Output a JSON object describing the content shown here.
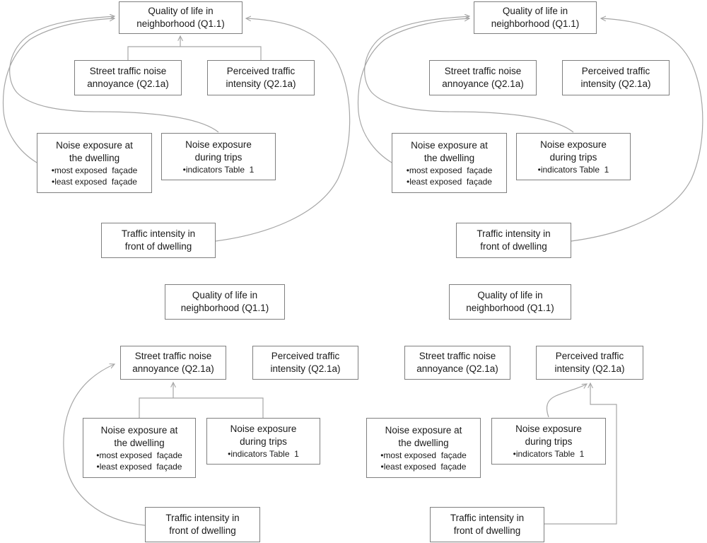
{
  "colors": {
    "background": "#ffffff",
    "box_fill": "#ffffff",
    "box_border": "#7f7f7f",
    "connector": "#a6a6a6",
    "text": "#1a1a1a"
  },
  "labels": {
    "quality": {
      "line1": "Quality of life in",
      "line2": "neighborhood (Q1.1)"
    },
    "street": {
      "line1": "Street traffic noise",
      "line2": "annoyance (Q2.1a)"
    },
    "perceived": {
      "line1": "Perceived traffic",
      "line2": "intensity (Q2.1a)"
    },
    "dwelling": {
      "line1": "Noise exposure at",
      "line2": "the dwelling",
      "bullet1": "•most exposed  façade",
      "bullet2": "•least exposed  façade"
    },
    "trips": {
      "line1": "Noise exposure",
      "line2": "during trips",
      "bullet1": "•indicators Table  1"
    },
    "traffic": {
      "line1": "Traffic intensity in",
      "line2": "front of dwelling"
    }
  },
  "panels": [
    {
      "position": "top-left",
      "arrows": [
        {
          "from": "street + perceived",
          "to": "quality",
          "type": "bracket"
        },
        {
          "from": "dwelling",
          "to": "quality",
          "type": "curve"
        },
        {
          "from": "trips",
          "to": "quality",
          "type": "curve"
        },
        {
          "from": "traffic",
          "to": "quality",
          "type": "curve"
        }
      ]
    },
    {
      "position": "top-right",
      "arrows": [
        {
          "from": "dwelling",
          "to": "quality",
          "type": "curve"
        },
        {
          "from": "trips",
          "to": "quality",
          "type": "curve"
        },
        {
          "from": "traffic",
          "to": "quality",
          "type": "curve"
        }
      ]
    },
    {
      "position": "bottom-left",
      "arrows": [
        {
          "from": "dwelling + trips",
          "to": "street",
          "type": "bracket"
        },
        {
          "from": "traffic",
          "to": "street",
          "type": "curve"
        }
      ]
    },
    {
      "position": "bottom-right",
      "arrows": [
        {
          "from": "trips",
          "to": "perceived",
          "type": "curve"
        },
        {
          "from": "traffic",
          "to": "perceived",
          "type": "elbow"
        }
      ]
    }
  ]
}
